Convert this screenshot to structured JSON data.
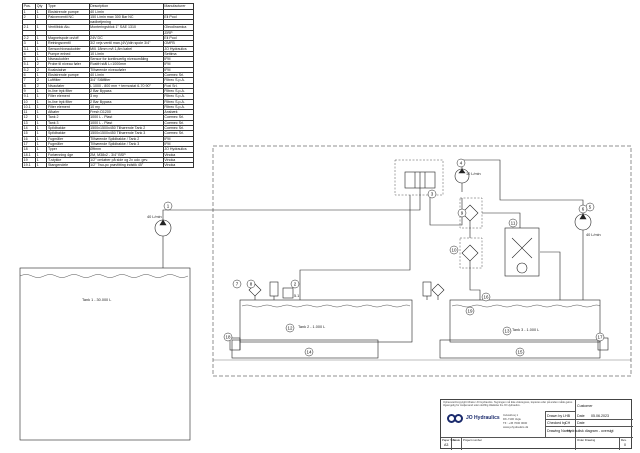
{
  "bom": {
    "headers": [
      "Pos.",
      "Qty",
      "Type",
      "Description",
      "Manufacturer"
    ],
    "rows": [
      [
        "1",
        "1",
        "Eksistrende pumpe",
        "40 L/min",
        ""
      ],
      [
        "2",
        "1",
        "Pakverventil NC",
        "150 L/min max 300 Bar NC",
        "Eli Pool"
      ],
      [
        "",
        "",
        "",
        "nødbetjening",
        ""
      ],
      [
        "2.1",
        "1",
        "Ventilblok Alu.",
        "Monteringsblok 1\" SAE 1310",
        "Oleodinamica"
      ],
      [
        "",
        "",
        "",
        "",
        "ZIRP"
      ],
      [
        "2.2",
        "1",
        "Magnetspole on/off",
        "24V DC",
        "Eli Pool"
      ],
      [
        "3",
        "1",
        "Retningsventil",
        "3/2 vejs ventil man.(4V)/din spole 3/4\"",
        "OMFB"
      ],
      [
        "3.1",
        "1",
        "Sensor/niveaukobler",
        "Mill. 18mm m/t 1,8m kabel",
        "JO Hydraulics"
      ],
      [
        "4",
        "1",
        "Pumpe enhed",
        "10 L/min",
        "Settima"
      ],
      [
        "5",
        "1",
        "Niveaukobler",
        "Sensor for kontinuerlig niveaumåling",
        "IFM"
      ],
      [
        "5.1",
        "2",
        "Probe til niveau føler",
        "Rustfri stål L=1000mm",
        "IFM"
      ],
      [
        "5.2",
        "2",
        "Koaksialrør",
        "Tilhørende niveauføler",
        "IFM"
      ],
      [
        "6",
        "1",
        "Eksistrende pumpe",
        "40 L/min",
        "Coemec Srl."
      ],
      [
        "7",
        "2",
        "Luftfilter",
        "3/4\" Stålfilter",
        "Filtrec S.p.A."
      ],
      [
        "8",
        "2",
        "Nivauføler",
        "L 1000 - 800 mm + termostat 6-70 90°",
        "Foxi Srl."
      ],
      [
        "9",
        "1",
        "In-line tryk filter",
        "2 Bar Bypass",
        "Filtrec S.p.A."
      ],
      [
        "9.1",
        "1",
        "Filter element",
        "3 my",
        "Filtrec S.p.A."
      ],
      [
        "10",
        "1",
        "In-line tryk filter",
        "2 Bar Bypass",
        "Filtrec S.p.A."
      ],
      [
        "10.1",
        "1",
        "Filter element",
        "10 my",
        "Filtrec S.p.A."
      ],
      [
        "11",
        "1",
        "Afkøler",
        "Fresh D1200",
        "Ansbæk"
      ],
      [
        "12",
        "1",
        "Tank 2",
        "1000 L - Plast",
        "Coemec Srl."
      ],
      [
        "13",
        "1",
        "Tank 3",
        "1000 L - Plast",
        "Coemec Srl."
      ],
      [
        "14",
        "1",
        "Spildbakke",
        "1500x1500x450 Tilhørende Tank 2",
        "Coemec Srl."
      ],
      [
        "15",
        "1",
        "Spildbakke",
        "1500x1500x450 Tilhørende Tank 3",
        "Coemec Srl."
      ],
      [
        "16",
        "1",
        "Fugmåler",
        "Tilhørende Spildbakke / Tank 2",
        "IFM"
      ],
      [
        "17",
        "1",
        "Fugmåler",
        "Tilhørende Spildbakke / Tank 3",
        "IFM"
      ],
      [
        "18",
        "1",
        "Typer",
        "Øftmm",
        "JO Hydraulics"
      ],
      [
        "18.1",
        "1",
        "Forlænning 4ge",
        "2M, M38x2 - 3/4\" BSP",
        "Vinoka"
      ],
      [
        "19",
        "1",
        "T-stykke",
        "1/2\" omløber på side og 2x udv. gev.",
        "Vinoka"
      ],
      [
        "19.1",
        "1",
        "Stangendele",
        "1/2\" Two-pc prøvfitting indstik 45°",
        "Vinoka"
      ]
    ]
  },
  "labels": {
    "tank1": "Tank 1 - 30.000 L",
    "tank2": "Tank 2 - 1.000 L",
    "tank3": "Tank 3 - 1.000 L",
    "flow_p1": "40 L/min",
    "flow_p4": "10 L/min",
    "flow_p6": "40 L/min",
    "level_5": "5.1"
  },
  "balloons": [
    "1",
    "2",
    "3",
    "4",
    "5",
    "6",
    "7",
    "8",
    "9",
    "10",
    "11",
    "12",
    "13",
    "14",
    "15",
    "16",
    "17",
    "18",
    "19"
  ],
  "title_block": {
    "note": "Ophavsret/Copyright tilhører JO Hydraulics. Tegningen må ikke videregives, kopieres eller på anden måde gøres tilgængelig for tredjemand uden skriftlig tilladelse fra JO Hydraulics.",
    "company": "JO Hydraulics",
    "address_1": "Industrivej 1",
    "address_2": "DK-7100 Vejle",
    "address_3": "Tlf.: +45 7000 0000",
    "web": "www.johydraulics.dk",
    "drawn_by_label": "Drawn by",
    "drawn_by": "LHB",
    "date_label": "Date",
    "date": "05.06.2023",
    "checked_by_label": "Checked by",
    "checked_by": "CH",
    "date2_label": "Date",
    "customer_label": "Customer",
    "drawing_name_label": "Drawing Name",
    "drawing_name": "Hydraulisk diagram - oversigt",
    "paper_size_label": "Paper Size",
    "paper_size": "A3",
    "scale_label": "Scale",
    "project_label": "Project number",
    "order_label": "Order Drawing",
    "rev_label": "Rev.",
    "rev": "0"
  }
}
